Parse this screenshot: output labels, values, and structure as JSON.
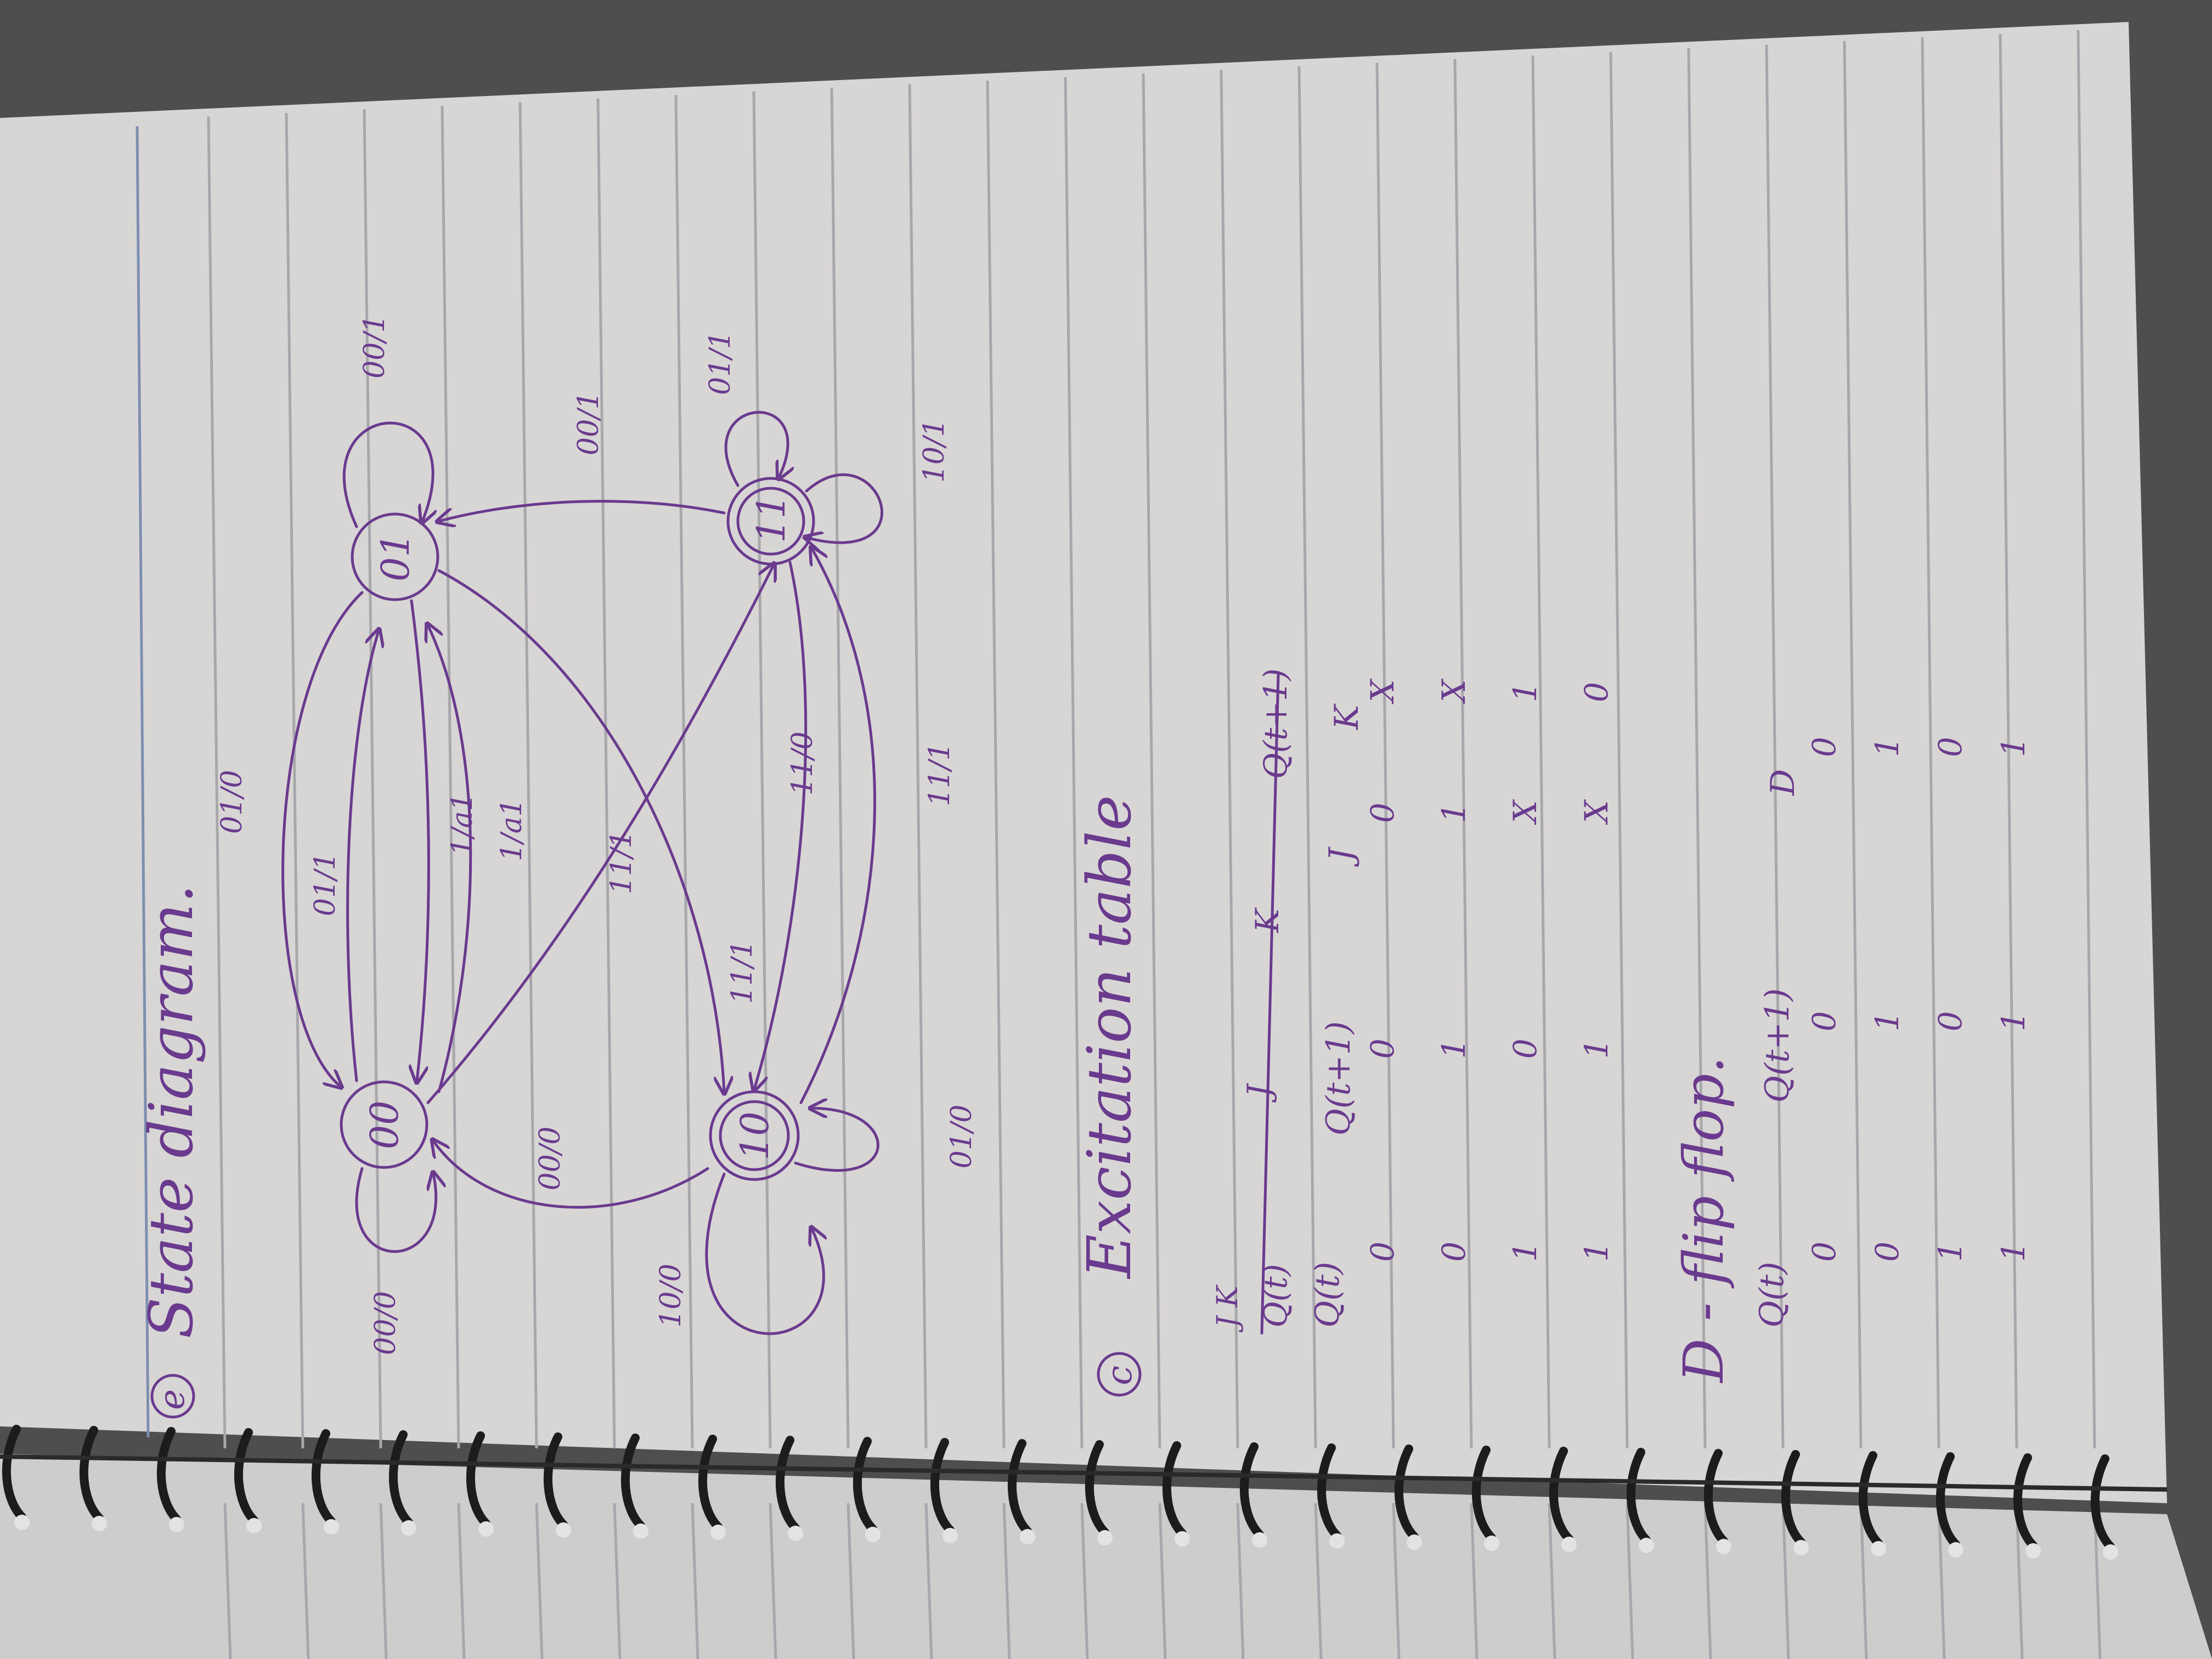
{
  "section_e": {
    "marker": "e",
    "heading": "State diagram."
  },
  "states": [
    {
      "id": "s00",
      "label": "00"
    },
    {
      "id": "s01",
      "label": "01"
    },
    {
      "id": "s10",
      "label": "10"
    },
    {
      "id": "s11",
      "label": "11"
    }
  ],
  "transition_labels": {
    "self_00": "00/0",
    "self_01": "00/1",
    "self_10": "10/0",
    "self_10_inner": "01/0",
    "self_11_a": "01/1",
    "self_11_b": "10/1",
    "arc_01_00_outer": "01/0",
    "arc_00_01": "01/1",
    "arc_01_00_mid": "1/a1",
    "arc_00_01_b": "1/a1",
    "arc_10_00": "00/0",
    "arc_11_01": "00/1",
    "arc_00_11": "11/1",
    "arc_01_10": "11/1",
    "arc_11_10": "11/0",
    "arc_10_11": "11/1"
  },
  "section_c": {
    "marker": "c",
    "heading": "Excitation table"
  },
  "jk_table": {
    "corner_top": "J K",
    "corner_bottom": "Q(t)",
    "mini_headers": [
      "J",
      "K",
      "Q(t+1)"
    ],
    "headers": [
      "Q(t)",
      "Q(t+1)",
      "J",
      "K"
    ],
    "rows": [
      [
        "0",
        "0",
        "0",
        "X"
      ],
      [
        "0",
        "1",
        "1",
        "X"
      ],
      [
        "1",
        "0",
        "X",
        "1"
      ],
      [
        "1",
        "1",
        "X",
        "0"
      ]
    ]
  },
  "d_flipflop": {
    "heading": "D - flip flop.",
    "headers": [
      "Q(t)",
      "Q(t+1)",
      "D"
    ],
    "rows": [
      [
        "0",
        "0",
        "0"
      ],
      [
        "0",
        "1",
        "1"
      ],
      [
        "1",
        "0",
        "0"
      ],
      [
        "1",
        "1",
        "1"
      ]
    ]
  },
  "colors": {
    "ink": "#6a3a8e",
    "paper": "#d9d7d6",
    "rule": "#a9a9ad",
    "margin_line": "#7d8fb0",
    "spiral": "#1c1c1c"
  }
}
